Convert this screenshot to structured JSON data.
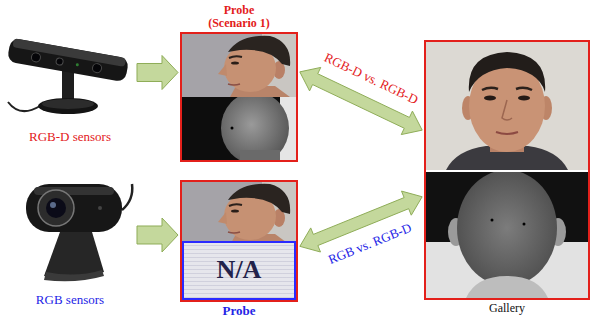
{
  "diagram": {
    "nodes": [
      {
        "text": [
          "RGB-D sensors"
        ]
      },
      {
        "text": [
          "Probe (Scenario 1)"
        ]
      },
      {
        "text": [
          "Gallery"
        ]
      },
      {
        "text": [
          "RGB sensors"
        ]
      },
      {
        "text": [
          "Probe"
        ]
      },
      {
        "text": [
          "N/A"
        ],
        "in": 4
      }
    ],
    "edges": [
      {
        "from": 0,
        "to": 1,
        "arrow": "to"
      },
      {
        "from": 3,
        "to": 4,
        "arrow": "to"
      },
      {
        "from": 1,
        "to": 2,
        "arrow": "both",
        "label": "RGB-D vs. RGB-D"
      },
      {
        "from": 4,
        "to": 2,
        "arrow": "both",
        "label": "RGB vs. RGB-D"
      }
    ]
  }
}
